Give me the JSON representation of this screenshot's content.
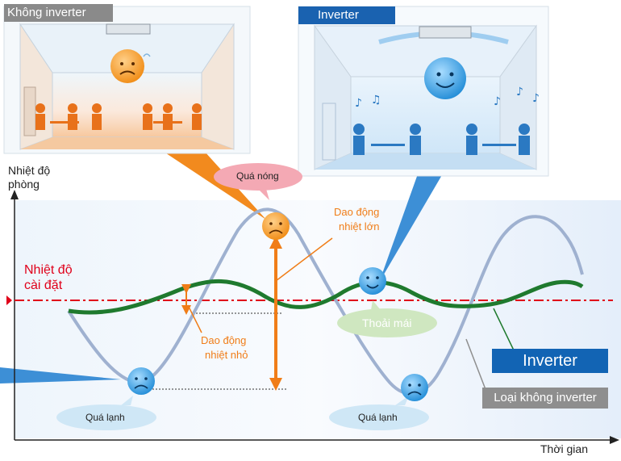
{
  "panels": {
    "non_inverter_title": "Không inverter",
    "inverter_title": "Inverter"
  },
  "axes": {
    "y_label_line1": "Nhiệt độ",
    "y_label_line2": "phòng",
    "x_label": "Thời gian"
  },
  "setpoint": {
    "line1": "Nhiệt độ",
    "line2": "cài đặt"
  },
  "callouts": {
    "too_hot": "Quá nóng",
    "too_cold_left": "Quá lạnh",
    "too_cold_right": "Quá lạnh",
    "comfortable": "Thoải mái",
    "large_swing_line1": "Dao động",
    "large_swing_line2": "nhiệt lớn",
    "small_swing_line1": "Dao động",
    "small_swing_line2": "nhiệt nhỏ"
  },
  "legend": {
    "inverter": "Inverter",
    "non_inverter": "Loại không inverter"
  },
  "colors": {
    "inverter_curve": "#1f7a2e",
    "non_inverter_curve": "#9fb1d0",
    "setpoint_line": "#e0001a",
    "swing_arrow": "#f07d18",
    "hot_face": "#f08a12",
    "cold_face": "#2f97dc",
    "inverter_brand": "#1a62b0",
    "non_inverter_brand": "#8a8a8a"
  }
}
